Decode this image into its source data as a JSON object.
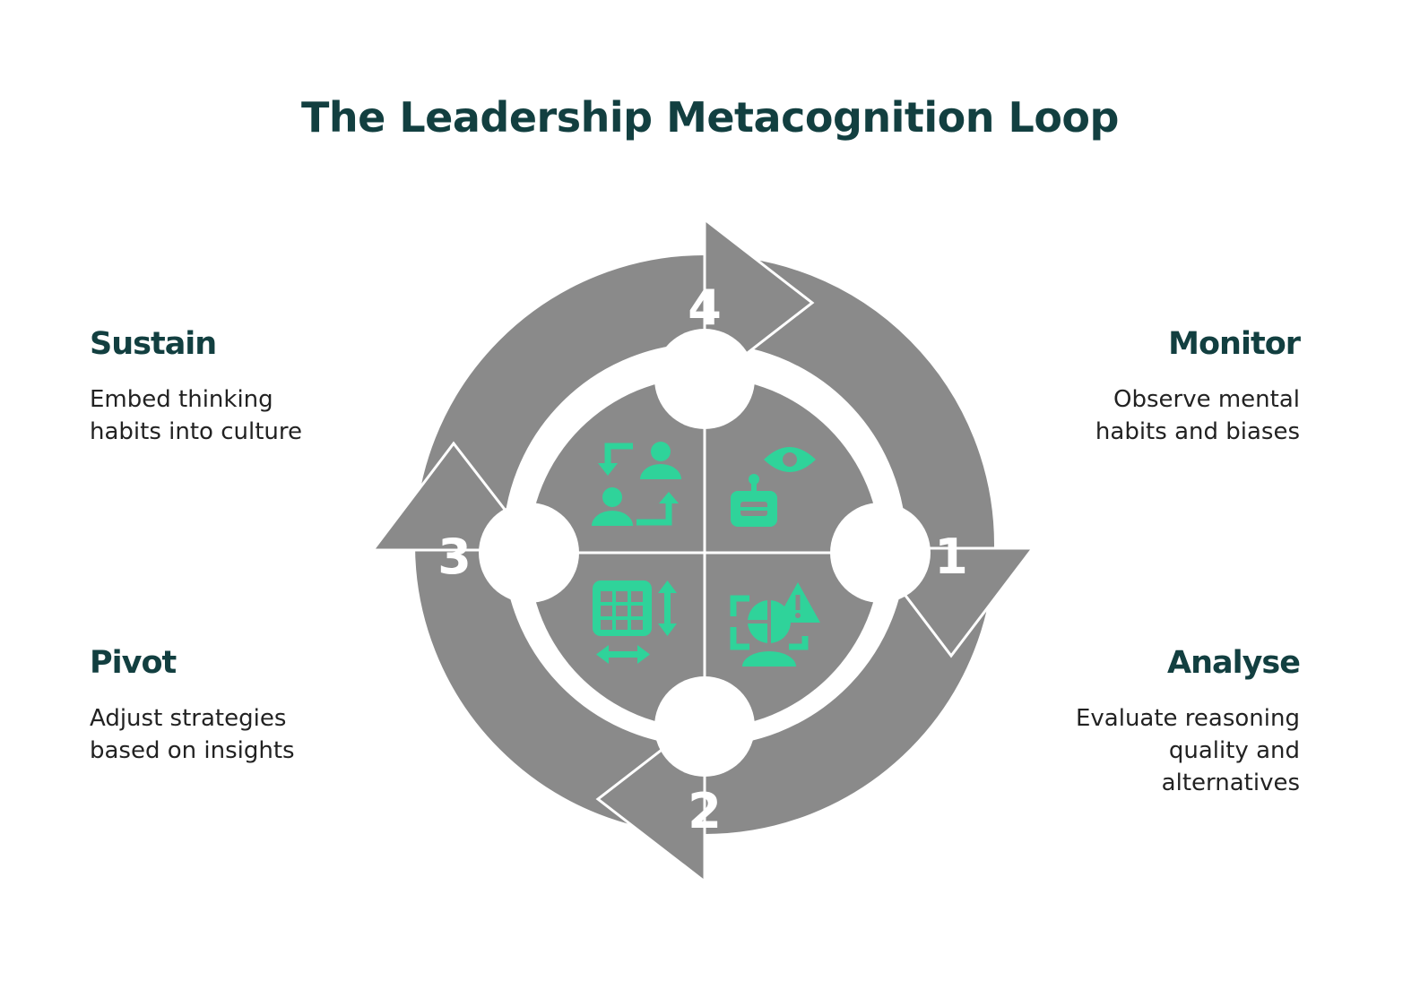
{
  "title": "The Leadership Metacognition Loop",
  "steps": [
    {
      "number": "1",
      "heading": "Monitor",
      "description": "Observe mental habits and biases",
      "icon": "robot-eye-icon"
    },
    {
      "number": "2",
      "heading": "Analyse",
      "description": "Evaluate reasoning quality and alternatives",
      "icon": "chart-alert-icon"
    },
    {
      "number": "3",
      "heading": "Pivot",
      "description": "Adjust strategies based on insights",
      "icon": "table-resize-icon"
    },
    {
      "number": "4",
      "heading": "Sustain",
      "description": "Embed thinking habits into culture",
      "icon": "people-exchange-icon"
    }
  ],
  "colors": {
    "title": "#123f40",
    "ring": "#8a8a8a",
    "icon": "#2fd39a",
    "background": "#ffffff"
  }
}
